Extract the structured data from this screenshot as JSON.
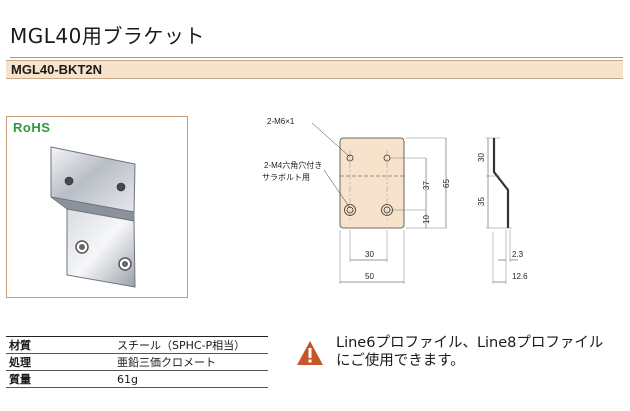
{
  "header": {
    "title": "MGL40用ブラケット",
    "model": "MGL40-BKT2N"
  },
  "photo": {
    "badge": "RoHS",
    "badge_color": "#2f9a3a",
    "icon": "bracket-photo"
  },
  "drawing": {
    "label_top": "2-M6×1",
    "label_mid_line1": "2-M4六角穴付き",
    "label_mid_line2": "サラボルト用",
    "dim_30_top": "30",
    "dim_65": "65",
    "dim_37": "37",
    "dim_10": "10",
    "dim_35": "35",
    "dim_30_bottom": "30",
    "dim_50": "50",
    "dim_2_3": "2.3",
    "dim_12_6": "12.6"
  },
  "specs": [
    {
      "label": "材質",
      "value": "スチール（SPHC-P相当）"
    },
    {
      "label": "処理",
      "value": "亜鉛三価クロメート"
    },
    {
      "label": "質量",
      "value": "61g"
    }
  ],
  "notice": {
    "icon": "warning-icon",
    "line1": "Line6プロファイル、Line8プロファイル",
    "line2": "にご使用できます。",
    "accent": "#c4562a"
  }
}
